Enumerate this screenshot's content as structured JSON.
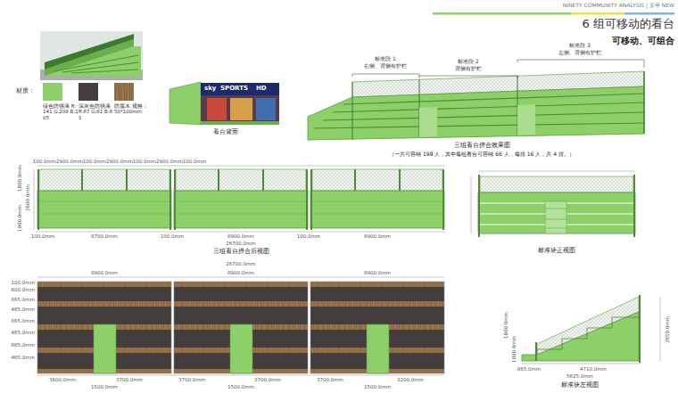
{
  "diagram": {
    "title": "6 组可移动的看台",
    "labels": [
      "NINETY COMMUNITY ANALYSIS | 安亭 NEW",
      "可移动、可组合",
      "材质：",
      "看台背面",
      "sky",
      "SPORTS",
      "HD",
      "标准段 1",
      "右侧、背侧有护栏",
      "标准段 2",
      "背侧有护栏",
      "标准段 3",
      "左侧、背侧有护栏",
      "三组看台拼合效果图",
      "（一共可容纳 198 人，其中每组看台可容纳 66 人，每排 16 人，共 4 排。）",
      "100.0mm",
      "2900.0mm",
      "100.0mm",
      "2900.0mm",
      "100.0mm",
      "2900.0mm",
      "100.0mm",
      "1800.0mm",
      "2600.0mm",
      "1000.0mm",
      "100.0mm",
      "8700.0mm",
      "100.0mm",
      "8900.0mm",
      "100.0mm",
      "8900.0mm",
      "26700.0mm",
      "三组看台拼合后视图",
      "标准块正视图",
      "26700.0mm",
      "8900.0mm",
      "8900.0mm",
      "8900.0mm",
      "100.0mm",
      "600.0mm",
      "865.0mm",
      "465.0mm",
      "865.0mm",
      "465.0mm",
      "865.0mm",
      "465.0mm",
      "3600.0mm",
      "3700.0mm",
      "3700.0mm",
      "3700.0mm",
      "3700.0mm",
      "3200.0mm",
      "1500.0mm",
      "1500.0mm",
      "1500.0mm",
      "标准块左视图",
      "865.0mm",
      "4710.0mm",
      "5625.0mm",
      "2650.0mm",
      "1800.0mm",
      "1000.0mm"
    ],
    "legend": [
      {
        "text": "绿色防锈漆 R:141 G:208 B:105",
        "color": "#8dd069"
      },
      {
        "text": "深灰色防锈漆 R:67 G:61 B:61",
        "color": "#433d3d"
      },
      {
        "text": "防腐木 规格：50*100mm"
      }
    ]
  }
}
